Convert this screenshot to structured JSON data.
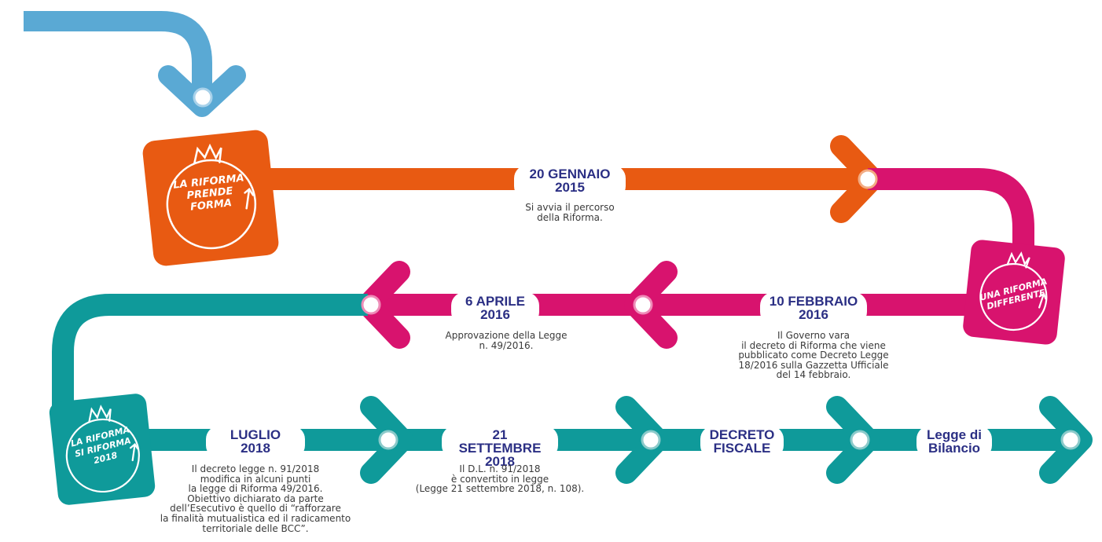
{
  "colors": {
    "blue": "#5aa9d4",
    "orange": "#e85a12",
    "magenta": "#d8136e",
    "teal": "#0f9a9a",
    "navy": "#2b2f84"
  },
  "badges": [
    {
      "id": "badge-la-riforma-prende-forma",
      "lines": [
        "LA RIFORMA",
        "PRENDE",
        "FORMA"
      ]
    },
    {
      "id": "badge-una-riforma-differente",
      "lines": [
        "UNA RIFORMA",
        "DIFFERENTE"
      ]
    },
    {
      "id": "badge-la-riforma-si-riforma-2018",
      "lines": [
        "LA RIFORMA",
        "SI RIFORMA",
        "2018"
      ]
    }
  ],
  "milestones": [
    {
      "id": "20-gennaio-2015",
      "title": [
        "20 GENNAIO",
        "2015"
      ],
      "desc": [
        "Si avvia il percorso",
        "della Riforma."
      ]
    },
    {
      "id": "10-febbraio-2016",
      "title": [
        "10 FEBBRAIO",
        "2016"
      ],
      "desc": [
        "Il Governo vara",
        "il decreto di Riforma che viene",
        "pubblicato come Decreto Legge",
        "18/2016 sulla Gazzetta Ufficiale",
        "del 14 febbraio."
      ]
    },
    {
      "id": "6-aprile-2016",
      "title": [
        "6 APRILE",
        "2016"
      ],
      "desc": [
        "Approvazione della Legge",
        "n. 49/2016."
      ]
    },
    {
      "id": "luglio-2018",
      "title": [
        "LUGLIO",
        "2018"
      ],
      "desc": [
        "Il decreto legge n. 91/2018",
        "modifica in alcuni punti",
        "la legge di Riforma 49/2016.",
        "Obiettivo dichiarato da parte",
        "dell’Esecutivo è quello di “rafforzare",
        "la finalità mutualistica ed il radicamento",
        "territoriale delle BCC”."
      ]
    },
    {
      "id": "21-settembre-2018",
      "title": [
        "21 SETTEMBRE",
        "2018"
      ],
      "desc": [
        "Il D.L. n. 91/2018",
        "è convertito in legge",
        "(Legge 21 settembre 2018, n. 108)."
      ]
    },
    {
      "id": "decreto-fiscale",
      "title": [
        "DECRETO",
        "FISCALE"
      ],
      "desc": []
    },
    {
      "id": "legge-di-bilancio",
      "title": [
        "Legge di",
        "Bilancio"
      ],
      "desc": []
    }
  ]
}
